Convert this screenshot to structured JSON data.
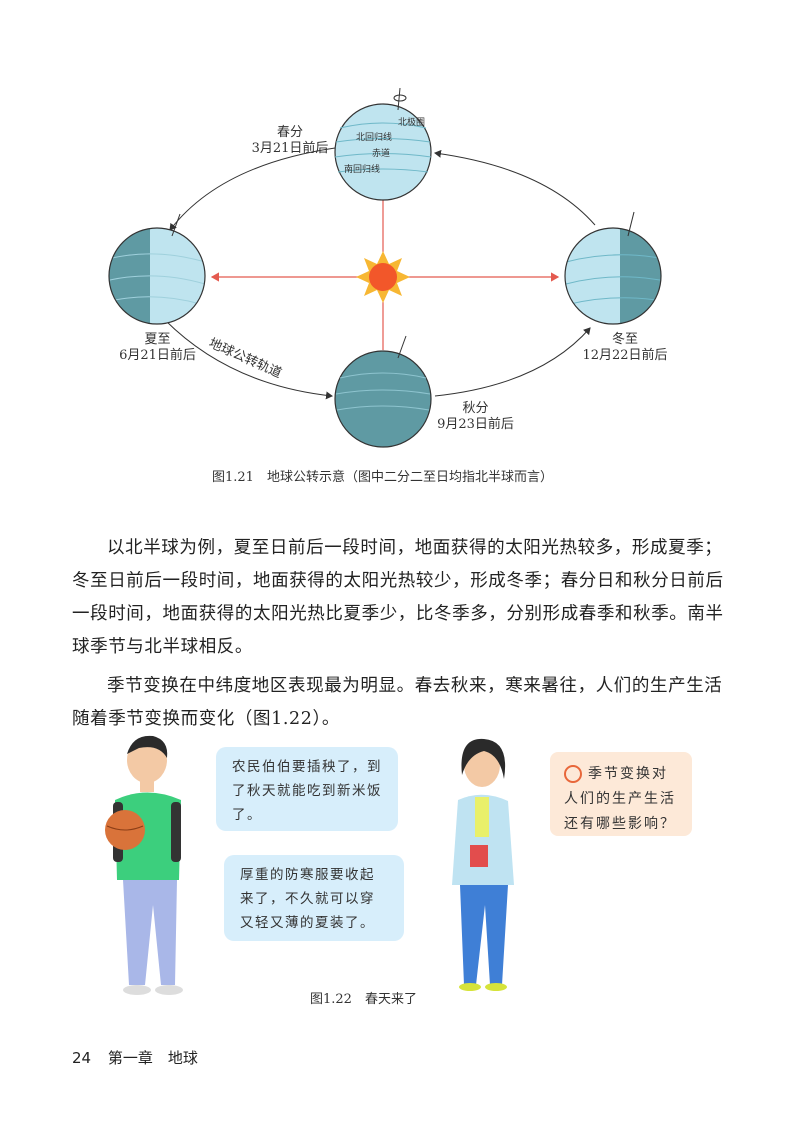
{
  "figure1": {
    "labels": {
      "spring": "春分",
      "spring_date": "3月21日前后",
      "summer": "夏至",
      "summer_date": "6月21日前后",
      "autumn": "秋分",
      "autumn_date": "9月23日前后",
      "winter": "冬至",
      "winter_date": "12月22日前后",
      "orbit": "地球公转轨道"
    },
    "globe_lines": {
      "arctic": "北极圈",
      "tropic_cancer": "北回归线",
      "equator": "赤道",
      "tropic_capricorn": "南回归线"
    },
    "caption": "图1.21　地球公转示意（图中二分二至日均指北半球而言）"
  },
  "paragraphs": [
    "以北半球为例，夏至日前后一段时间，地面获得的太阳光热较多，形成夏季；冬至日前后一段时间，地面获得的太阳光热较少，形成冬季；春分日和秋分日前后一段时间，地面获得的太阳光热比夏季少，比冬季多，分别形成春季和秋季。南半球季节与北半球相反。",
    "季节变换在中纬度地区表现最为明显。春去秋来，寒来暑往，人们的生产生活随着季节变换而变化（图1.22）。"
  ],
  "figure2": {
    "bubble_boy": "农民伯伯要插秧了，到了秋天就能吃到新米饭了。",
    "bubble_girl": "厚重的防寒服要收起来了，不久就可以穿又轻又薄的夏装了。",
    "question": "季节变换对人们的生产生活还有哪些影响？",
    "caption": "图1.22　春天来了"
  },
  "footer": {
    "page_number": "24",
    "chapter": "第一章　地球"
  },
  "colors": {
    "globe_day": "#bfe4ef",
    "globe_night": "#5f9aa3",
    "sun": "#f2572a",
    "arrow": "#e45a4f",
    "bubble": "#d7eefb",
    "question_box": "#fde9d8"
  }
}
